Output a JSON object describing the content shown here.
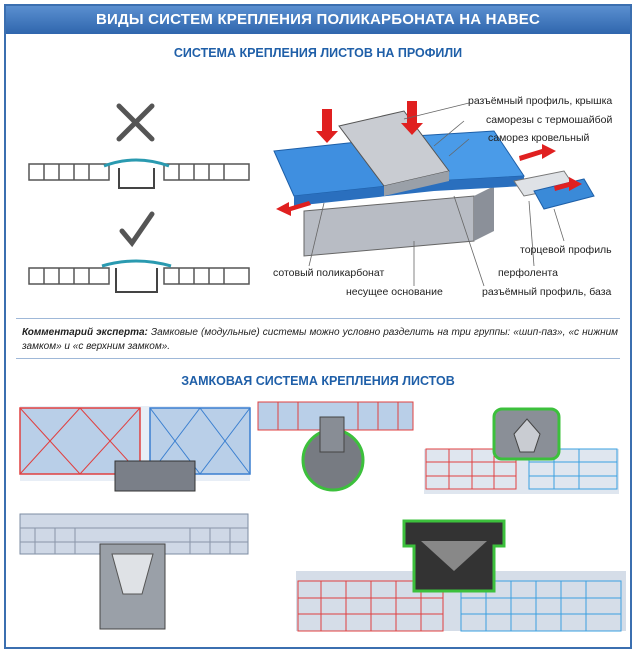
{
  "header": {
    "title": "ВИДЫ СИСТЕМ КРЕПЛЕНИЯ ПОЛИКАРБОНАТА НА НАВЕС"
  },
  "section1": {
    "title": "СИСТЕМА КРЕПЛЕНИЯ ЛИСТОВ НА ПРОФИЛИ",
    "labels": {
      "cap": "разъёмный профиль, крышка",
      "screws_washer": "саморезы с термошайбой",
      "roof_screw": "саморез кровельный",
      "end_profile": "торцевой профиль",
      "perfotape": "перфолента",
      "cellular": "сотовый поликарбонат",
      "base": "несущее основание",
      "profile_base": "разъёмный профиль, база"
    }
  },
  "comment": {
    "lead": "Комментарий эксперта:",
    "text": " Замковые (модульные) системы можно условно разделить на три группы: «шип-паз», «с нижним замком» и «с верхним замком»."
  },
  "section2": {
    "title": "ЗАМКОВАЯ СИСТЕМА КРЕПЛЕНИЯ ЛИСТОВ"
  },
  "colors": {
    "accent": "#1f5fa8",
    "arrow": "#e02020",
    "sheet": "#3f8fe0",
    "lock_green": "#3cc03c"
  },
  "icons": [
    "cross-icon",
    "check-icon",
    "arrow-icon"
  ]
}
